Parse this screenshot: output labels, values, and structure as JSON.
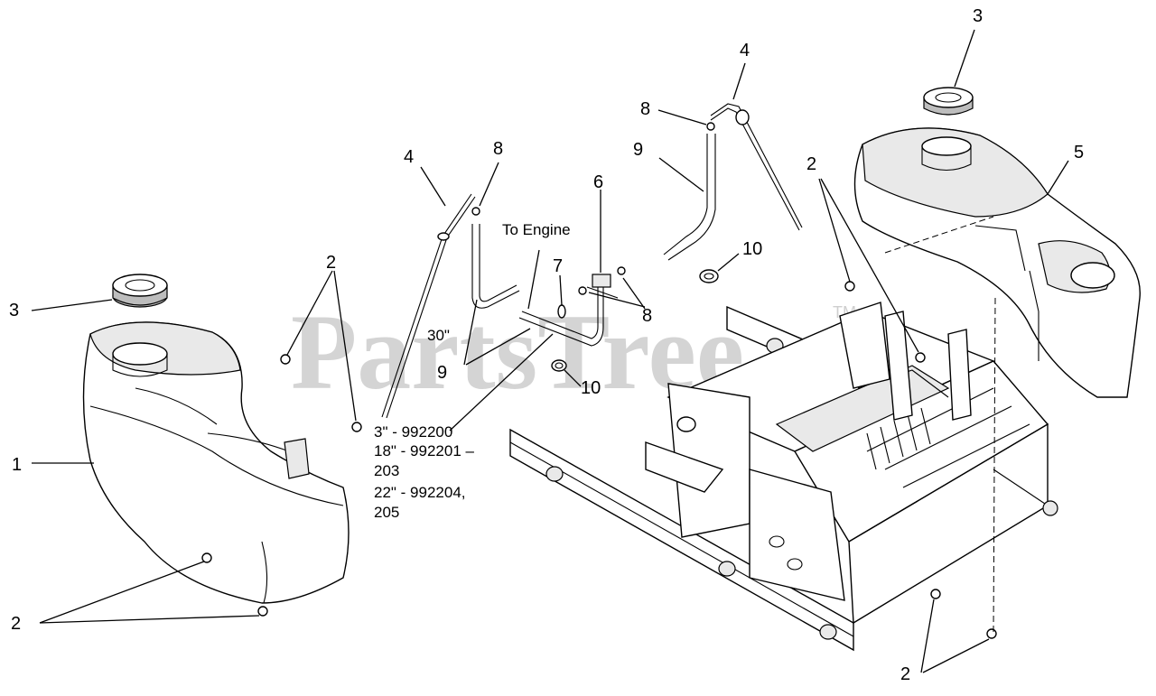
{
  "watermark": {
    "text": "PartsTree",
    "trademark": "TM"
  },
  "labels": {
    "l1": "1",
    "l2_a": "2",
    "l2_b": "2",
    "l2_c": "2",
    "l2_d": "2",
    "l3_a": "3",
    "l3_b": "3",
    "l4_a": "4",
    "l4_b": "4",
    "l5": "5",
    "l6": "6",
    "l7": "7",
    "l8_a": "8",
    "l8_b": "8",
    "l8_c": "8",
    "l9_a": "9",
    "l9_b": "9",
    "l10_a": "10",
    "l10_b": "10"
  },
  "notes": {
    "to_engine": "To Engine",
    "bend_30": "30\"",
    "line_3": "3\" - 992200",
    "line_18": "18\" - 992201 –",
    "line_203": "203",
    "line_22": "22\" - 992204,",
    "line_205": "205"
  }
}
